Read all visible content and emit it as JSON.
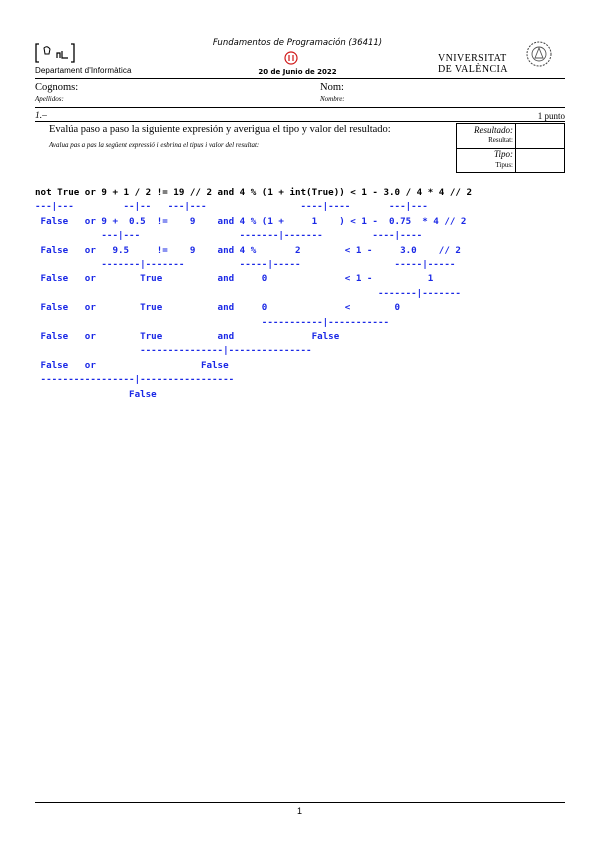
{
  "header": {
    "department": "Departament d'Informàtica",
    "course": "Fundamentos de Programación (36411)",
    "date": "20 de Junio de 2022",
    "university_line1": "VNIVERSITAT",
    "university_line2": "DE VALÈNCIA"
  },
  "student": {
    "surname_label": "Cognoms:",
    "surname_sub": "Apellidos:",
    "name_label": "Nom:",
    "name_sub": "Nombre:"
  },
  "question": {
    "number": "1.–",
    "points": "1 punto",
    "statement": "Evalúa paso a paso la siguiente expresión y averigua el tipo y valor del resultado:",
    "statement_sub": "Avalua pas a pas la següent expressió i esbrina el tipus i valor del resultat:"
  },
  "result_box": {
    "result_label": "Resultado:",
    "result_sub": "Resultat:",
    "type_label": "Tipo:",
    "type_sub": "Tipus:"
  },
  "evaluation": {
    "expression": "not True or 9 + 1 / 2 != 19 // 2 and 4 % (1 + int(True)) < 1 - 3.0 / 4 * 4 // 2",
    "steps": "---|---         --|--   ---|---                 ----|----       ---|---\n False   or 9 +  0.5  !=    9    and 4 % (1 +     1    ) < 1 -  0.75  * 4 // 2\n            ---|---                  -------|-------         ----|----\n False   or   9.5     !=    9    and 4 %       2        < 1 -     3.0    // 2\n            -------|-------          -----|-----                 -----|-----\n False   or        True          and     0              < 1 -          1\n                                                              -------|-------\n False   or        True          and     0              <        0\n                                         -----------|-----------\n False   or        True          and              False\n                   ---------------|---------------\n False   or                   False\n -----------------|-----------------\n                 False"
  },
  "footer": {
    "page": "1"
  }
}
